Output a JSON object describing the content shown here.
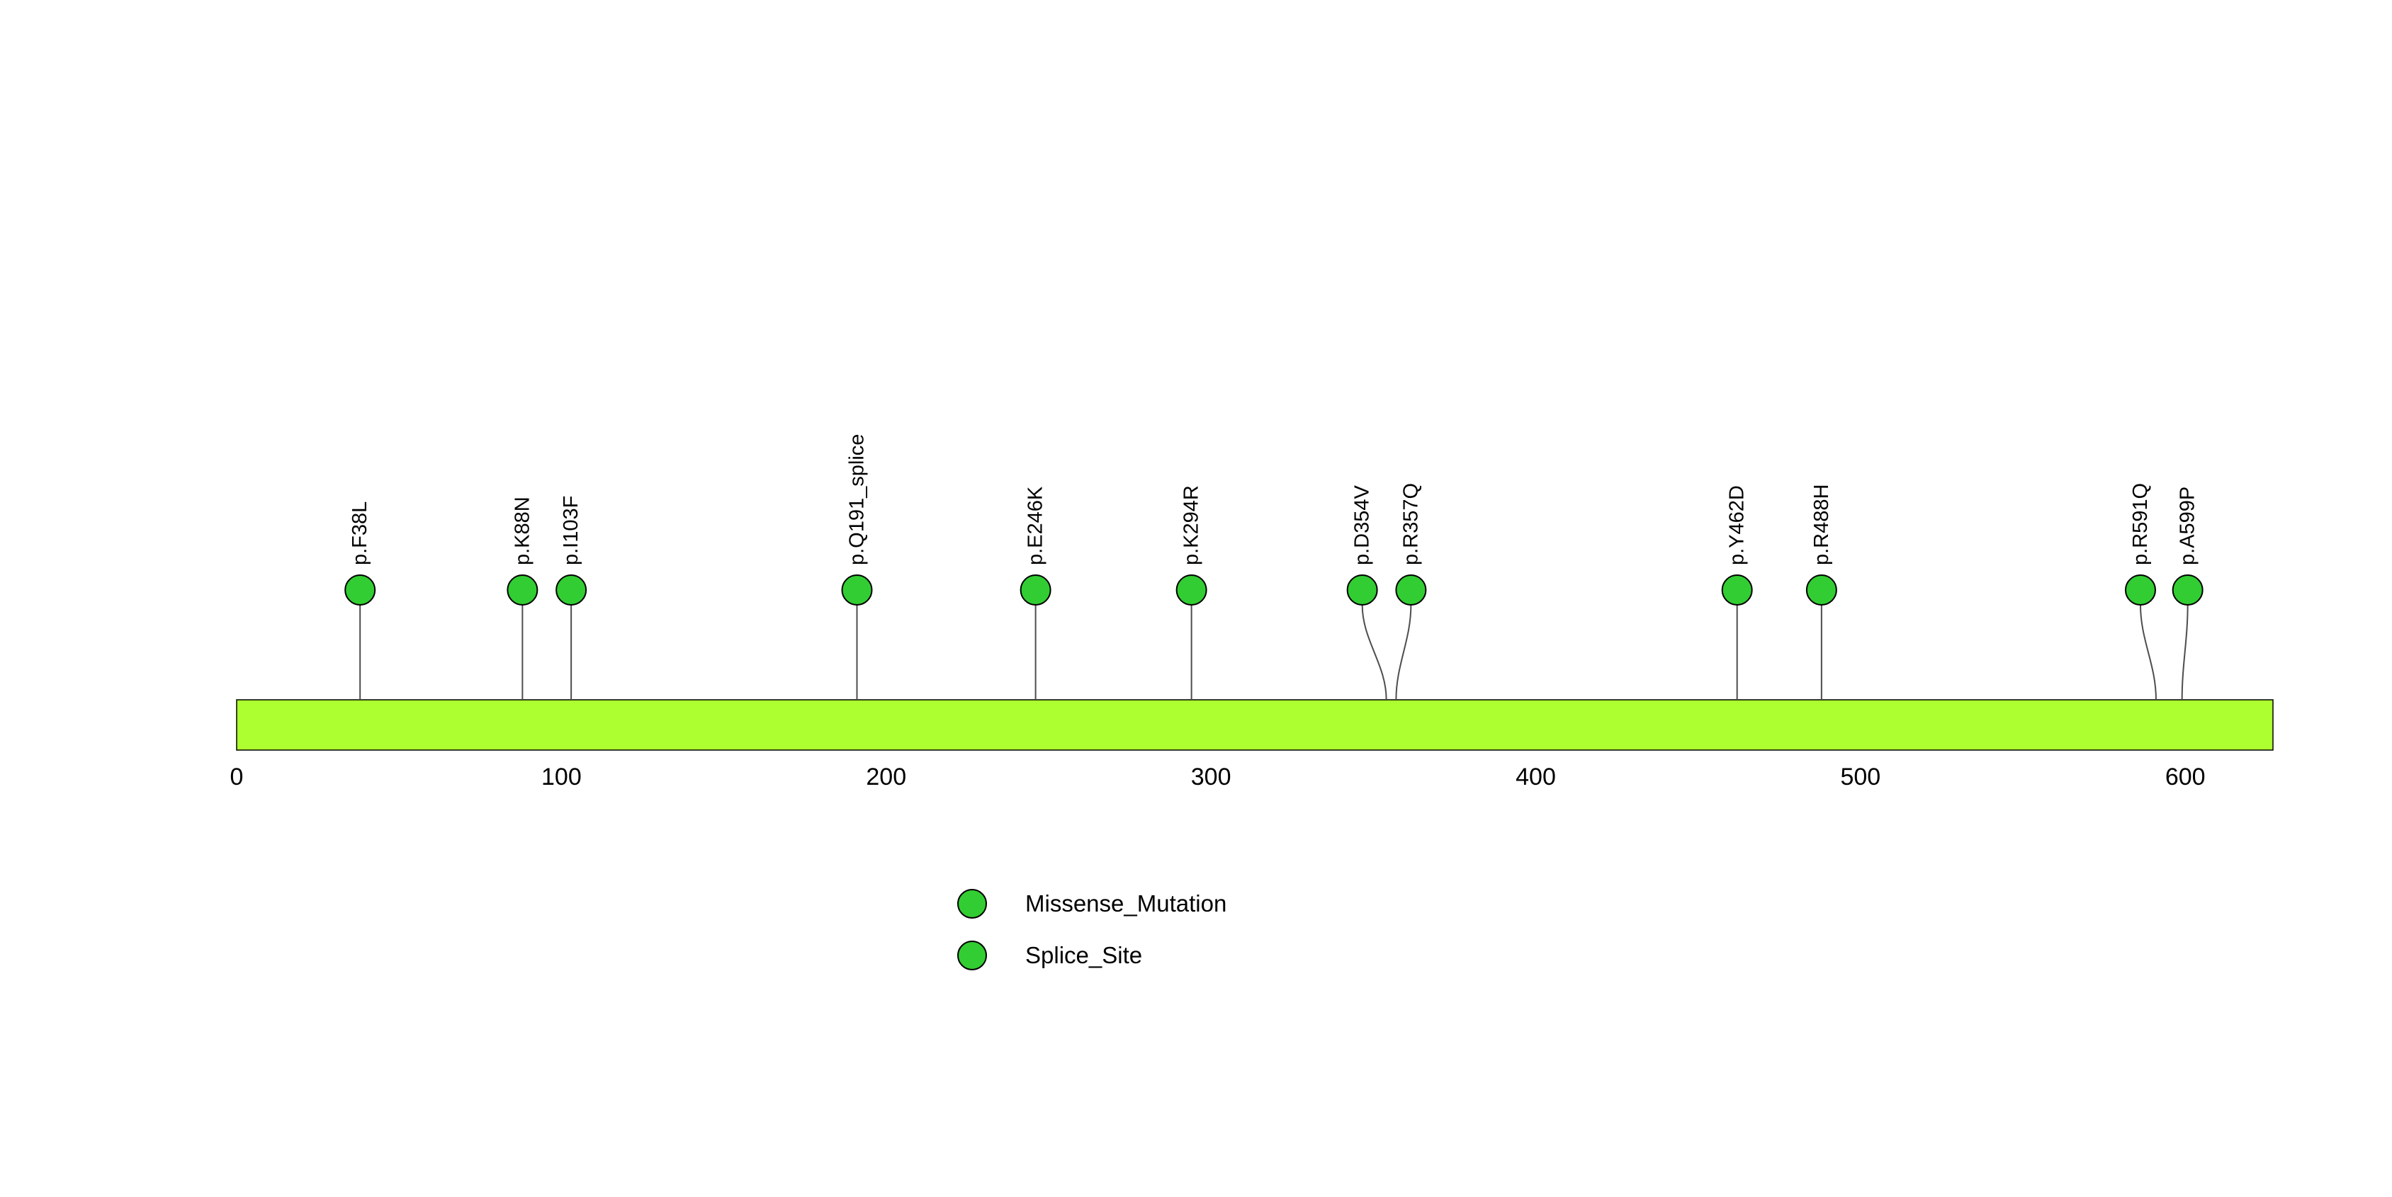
{
  "chart_data": {
    "type": "scatter",
    "subtype": "lollipop_mutation_plot",
    "title": "",
    "xlabel": "",
    "ylabel": "",
    "grid": false,
    "legend_position": "bottom-left",
    "xlim": [
      0,
      627
    ],
    "x_ticks": [
      0,
      100,
      200,
      300,
      400,
      500,
      600
    ],
    "protein": {
      "start": 0,
      "end": 627,
      "bar_color": "#ADFF2F",
      "bar_border_color": "#000000"
    },
    "point_color": "#32CD32",
    "stem_color": "#4d4d4d",
    "mutations": [
      {
        "label": "p.F38L",
        "position": 38,
        "type": "Missense_Mutation"
      },
      {
        "label": "p.K88N",
        "position": 88,
        "type": "Missense_Mutation"
      },
      {
        "label": "p.I103F",
        "position": 103,
        "type": "Missense_Mutation"
      },
      {
        "label": "p.Q191_splice",
        "position": 191,
        "type": "Splice_Site"
      },
      {
        "label": "p.E246K",
        "position": 246,
        "type": "Missense_Mutation"
      },
      {
        "label": "p.K294R",
        "position": 294,
        "type": "Missense_Mutation"
      },
      {
        "label": "p.D354V",
        "position": 354,
        "type": "Missense_Mutation",
        "circle_offset": -34
      },
      {
        "label": "p.R357Q",
        "position": 357,
        "type": "Missense_Mutation",
        "circle_offset": 21
      },
      {
        "label": "p.Y462D",
        "position": 462,
        "type": "Missense_Mutation"
      },
      {
        "label": "p.R488H",
        "position": 488,
        "type": "Missense_Mutation"
      },
      {
        "label": "p.R591Q",
        "position": 591,
        "type": "Missense_Mutation",
        "circle_offset": -22
      },
      {
        "label": "p.A599P",
        "position": 599,
        "type": "Missense_Mutation",
        "circle_offset": 8
      }
    ],
    "legend": [
      {
        "label": "Missense_Mutation",
        "color": "#32CD32"
      },
      {
        "label": "Splice_Site",
        "color": "#32CD32"
      }
    ]
  }
}
